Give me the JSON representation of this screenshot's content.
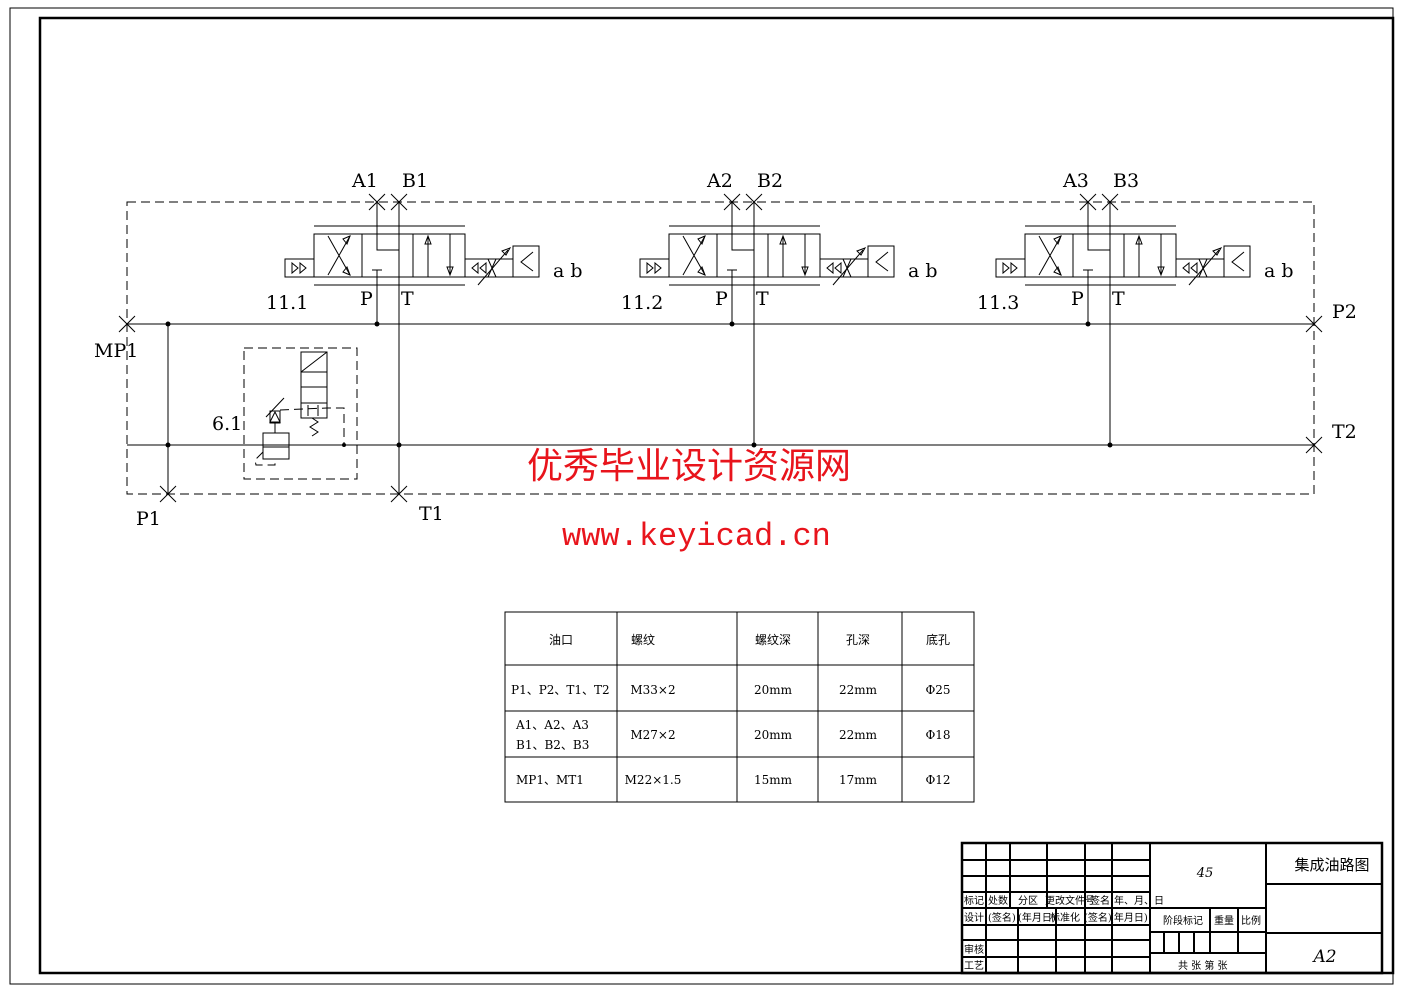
{
  "drawing": {
    "valves": [
      {
        "id": "11.1",
        "port_a": "A1",
        "port_b": "B1",
        "p": "P",
        "t": "T",
        "sol": "a b"
      },
      {
        "id": "11.2",
        "port_a": "A2",
        "port_b": "B2",
        "p": "P",
        "t": "T",
        "sol": "a b"
      },
      {
        "id": "11.3",
        "port_a": "A3",
        "port_b": "B3",
        "p": "P",
        "t": "T",
        "sol": "a b"
      }
    ],
    "ports": {
      "mp1": "MP1",
      "p1": "P1",
      "t1": "T1",
      "p2": "P2",
      "t2": "T2"
    },
    "relief_id": "6.1"
  },
  "watermark": {
    "title": "优秀毕业设计资源网",
    "url": "www.keyicad.cn"
  },
  "table": {
    "headers": [
      "油口",
      "螺纹",
      "螺纹深",
      "孔深",
      "底孔"
    ],
    "rows": [
      [
        "P1、P2、T1、T2",
        "M33×2",
        "20mm",
        "22mm",
        "Φ25"
      ],
      [
        "A1、A2、A3",
        "M27×2",
        "20mm",
        "22mm",
        "Φ18"
      ],
      [
        "MP1、MT1",
        "M22×1.5",
        "15mm",
        "17mm",
        "Φ12"
      ]
    ],
    "row2_line2": "B1、B2、B3"
  },
  "title_block": {
    "material": "45",
    "drawing_name": "集成油路图",
    "sheet_size": "A2",
    "labels": {
      "mark": "标记",
      "count": "处数",
      "zone": "分区",
      "doc": "更改文件号",
      "sign": "签名",
      "date": "年、月、日",
      "design": "设计",
      "signed": "(签名)",
      "ymd": "(年月日)",
      "std": "标准化",
      "signed2": "(签名)",
      "ymd2": "(年月日)",
      "stage": "阶段标记",
      "weight": "重量",
      "scale": "比例",
      "review": "审核",
      "process": "工艺",
      "sheets": "共  张 第  张"
    }
  },
  "colors": {
    "line": "#000000",
    "watermark": "#e8141c"
  }
}
